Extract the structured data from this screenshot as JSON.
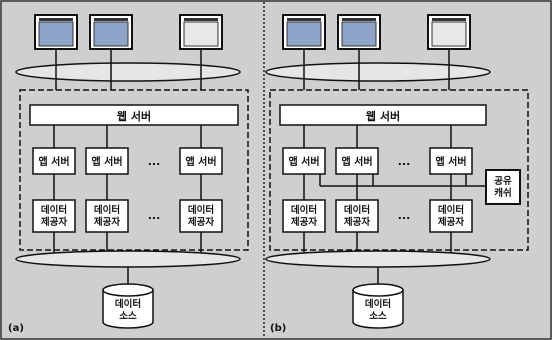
{
  "panels": [
    {
      "caption": "(a)",
      "web_server": "웹 서버",
      "app_servers": [
        "앱 서버",
        "앱 서버",
        "앱 서버"
      ],
      "providers": [
        "데이터\n제공자",
        "데이터\n제공자",
        "데이터\n제공자"
      ],
      "ellipsis": "...",
      "source": "데이터\n소스"
    },
    {
      "caption": "(b)",
      "web_server": "웹 서버",
      "app_servers": [
        "앱 서버",
        "앱 서버",
        "앱 서버"
      ],
      "providers": [
        "데이터\n제공자",
        "데이터\n제공자",
        "데이터\n제공자"
      ],
      "ellipsis": "...",
      "source": "데이터\n소스",
      "shared_cache": "공유\n캐쉬"
    }
  ],
  "colors": {
    "background": "#cfcfcf",
    "box_fill": "#ffffff",
    "stroke": "#111111",
    "monitor_screen": "#8ea4c8"
  }
}
